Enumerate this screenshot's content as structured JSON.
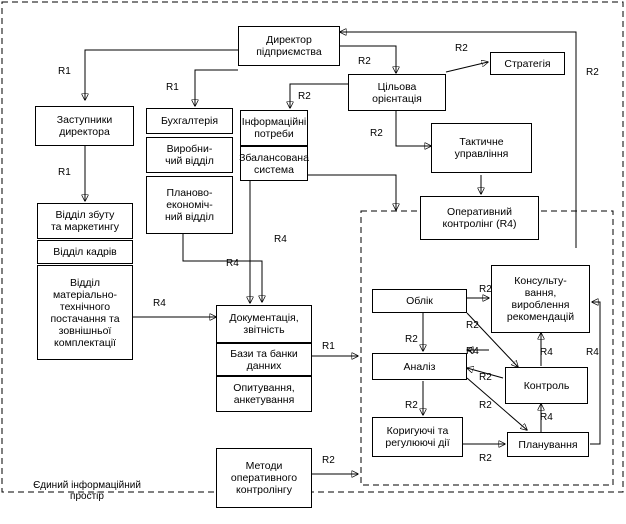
{
  "boxes": {
    "director": "Директор\nпідприємства",
    "target": "Цільова\nорієнтація",
    "strategy": "Стратегія",
    "tactical": "Тактичне\nуправління",
    "deputies": "Заступники\nдиректора",
    "accounting": "Бухгалтерія",
    "production": "Виробни-\nчий відділ",
    "planning_econ": "Планово-\nекономіч-\nний відділ",
    "info_needs": "Інформаційні\nпотреби",
    "balanced": "Збалансована\nсистема",
    "sales": "Відділ збуту\nта маркетингу",
    "personnel": "Відділ кадрів",
    "supply": "Відділ\nматеріально-\nтехнічного\nпостачання та\nзовнішньої\nкомплектації",
    "docs": "Документація,\nзвітність",
    "databases": "Бази та банки\nданних",
    "surveys": "Опитування,\nанкетування",
    "methods": "Методи\nоперативного\nконтролінгу",
    "op_controlling": "Оперативний\nконтролінг (R4)",
    "accounting_op": "Облік",
    "analysis": "Аналіз",
    "corrective": "Коригуючі та\nрегулюючі дії",
    "consulting": "Консульту-\nвання,\nвироблення\nрекомендацій",
    "control": "Контроль",
    "planning": "Планування"
  },
  "labels": {
    "r1": "R1",
    "r2": "R2",
    "r4": "R4",
    "space": "Єдиний інформаційний\nпростір"
  }
}
